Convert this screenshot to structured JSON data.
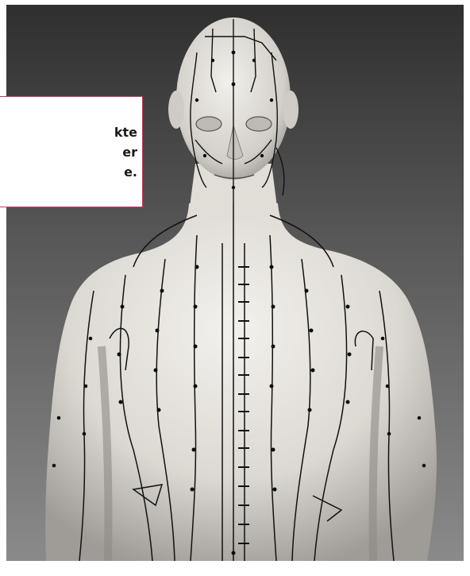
{
  "callout": {
    "line1": "kte",
    "line2": "er",
    "line3": "e."
  },
  "image": {
    "subject": "acupuncture-meridian-model",
    "colors": {
      "background_dark": "#333333",
      "background_mid": "#6b6b6b",
      "skin_light": "#e9e6e1",
      "skin_shadow": "#a7a39e",
      "meridian_line": "#111111",
      "callout_border": "#c83a5a"
    }
  }
}
